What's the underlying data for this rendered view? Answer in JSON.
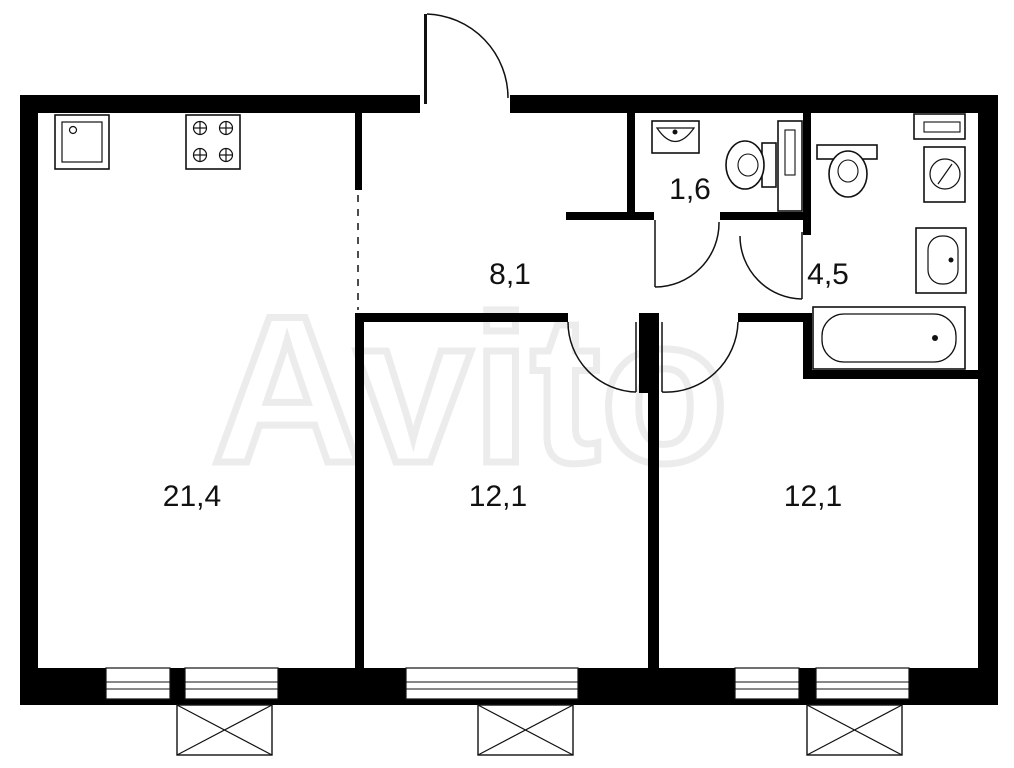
{
  "plan": {
    "rooms": [
      {
        "id": "kitchen-living",
        "area": "21,4"
      },
      {
        "id": "hallway",
        "area": "8,1"
      },
      {
        "id": "toilet",
        "area": "1,6"
      },
      {
        "id": "bathroom",
        "area": "4,5"
      },
      {
        "id": "bedroom-1",
        "area": "12,1"
      },
      {
        "id": "bedroom-2",
        "area": "12,1"
      }
    ],
    "watermark": "Avito",
    "colors": {
      "wall": "#000000",
      "line": "#111111",
      "background": "#ffffff",
      "watermark": "#ececec"
    }
  }
}
